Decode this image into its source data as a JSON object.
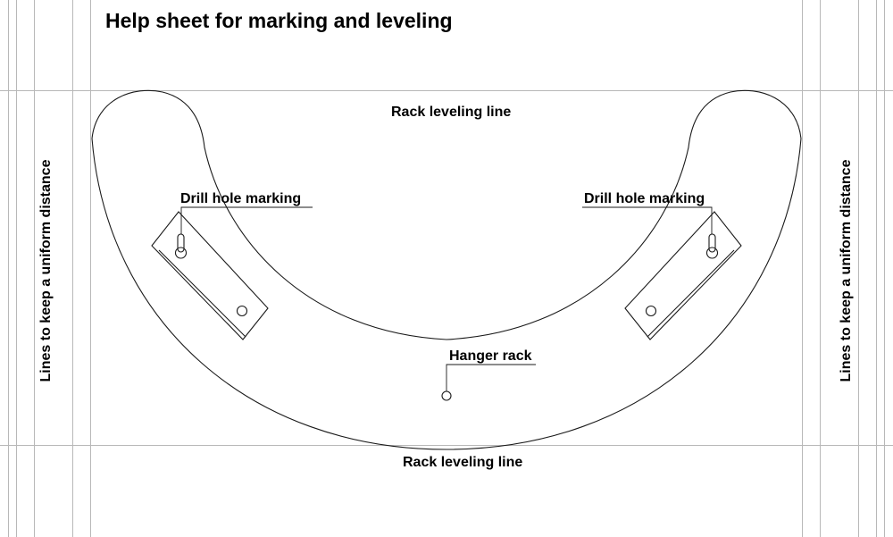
{
  "title": "Help sheet for marking and leveling",
  "labels": {
    "rack_leveling_top": "Rack leveling line",
    "rack_leveling_bottom": "Rack leveling line",
    "drill_hole_left": "Drill hole marking",
    "drill_hole_right": "Drill hole marking",
    "hanger_rack": "Hanger rack",
    "uniform_left": "Lines to keep a uniform distance",
    "uniform_right": "Lines to keep a uniform distance"
  },
  "colors": {
    "guide_line": "#b8b8b8",
    "outline": "#1a1a1a"
  }
}
